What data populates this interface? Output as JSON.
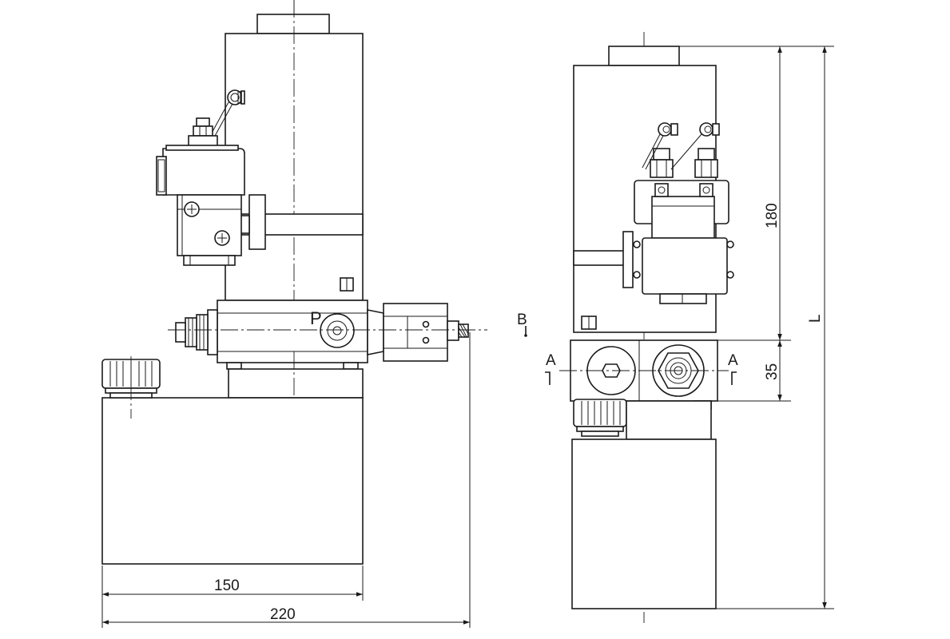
{
  "labels": {
    "port_p": "P",
    "section_b": "B",
    "section_a_left": "A",
    "section_a_right": "A"
  },
  "dimensions": {
    "width_tank": "150",
    "width_overall": "220",
    "height_motor": "180",
    "height_block": "35",
    "length_total": "L"
  },
  "colors": {
    "line": "#1a1a1a",
    "background": "#ffffff"
  }
}
